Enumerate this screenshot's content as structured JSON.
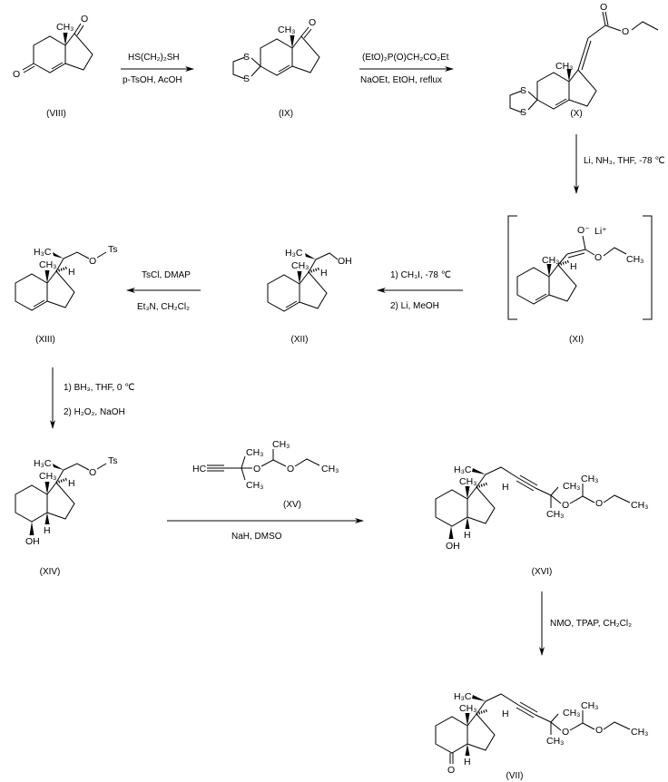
{
  "compounds": {
    "VIII": {
      "label": "(VIII)",
      "atoms": [
        "CH₃",
        "O",
        "O"
      ]
    },
    "IX": {
      "label": "(IX)",
      "atoms": [
        "CH₃",
        "O",
        "S",
        "S"
      ]
    },
    "X": {
      "label": "(X)",
      "atoms": [
        "CH₃",
        "S",
        "S",
        "O",
        "O"
      ]
    },
    "XI": {
      "label": "(XI)",
      "atoms": [
        "CH₃",
        "H",
        "O⁻",
        "Li⁺",
        "O",
        "CH₃"
      ]
    },
    "XII": {
      "label": "(XII)",
      "atoms": [
        "H₃C",
        "CH₃",
        "H",
        "OH"
      ]
    },
    "XIII": {
      "label": "(XIII)",
      "atoms": [
        "H₃C",
        "CH₃",
        "H",
        "O",
        "Ts"
      ]
    },
    "XIV": {
      "label": "(XIV)",
      "atoms": [
        "H₃C",
        "CH₃",
        "H",
        "O",
        "Ts",
        "OH",
        "H"
      ]
    },
    "XV": {
      "label": "(XV)",
      "atoms": [
        "HC",
        "CH₃",
        "CH₃",
        "O",
        "CH₃",
        "O",
        "CH₃"
      ]
    },
    "XVI": {
      "label": "(XVI)",
      "atoms": [
        "H₃C",
        "CH₃",
        "H",
        "CH₃",
        "CH₃",
        "O",
        "CH₃",
        "O",
        "CH₃",
        "OH",
        "H"
      ]
    },
    "VII": {
      "label": "(VII)",
      "atoms": [
        "H₃C",
        "CH₃",
        "H",
        "CH₃",
        "CH₃",
        "O",
        "CH₃",
        "O",
        "CH₃",
        "O",
        "H"
      ]
    }
  },
  "steps": [
    {
      "top": "HS(CH₂)₂SH",
      "bottom": "p-TsOH, AcOH"
    },
    {
      "top": "(EtO)₂P(O)CH₂CO₂Et",
      "bottom": "NaOEt, EtOH, reflux"
    },
    {
      "top": "Li, NH₃, THF, -78 ℃"
    },
    {
      "top": "1) CH₃I, -78 ℃",
      "bottom": "2) Li, MeOH"
    },
    {
      "top": "TsCl, DMAP",
      "bottom": "Et₃N, CH₂Cl₂"
    },
    {
      "top": "1) BH₃, THF, 0 ℃",
      "bottom": "2) H₂O₂, NaOH"
    },
    {
      "bottom": "NaH, DMSO"
    },
    {
      "top": "NMO, TPAP, CH₂Cl₂"
    }
  ]
}
